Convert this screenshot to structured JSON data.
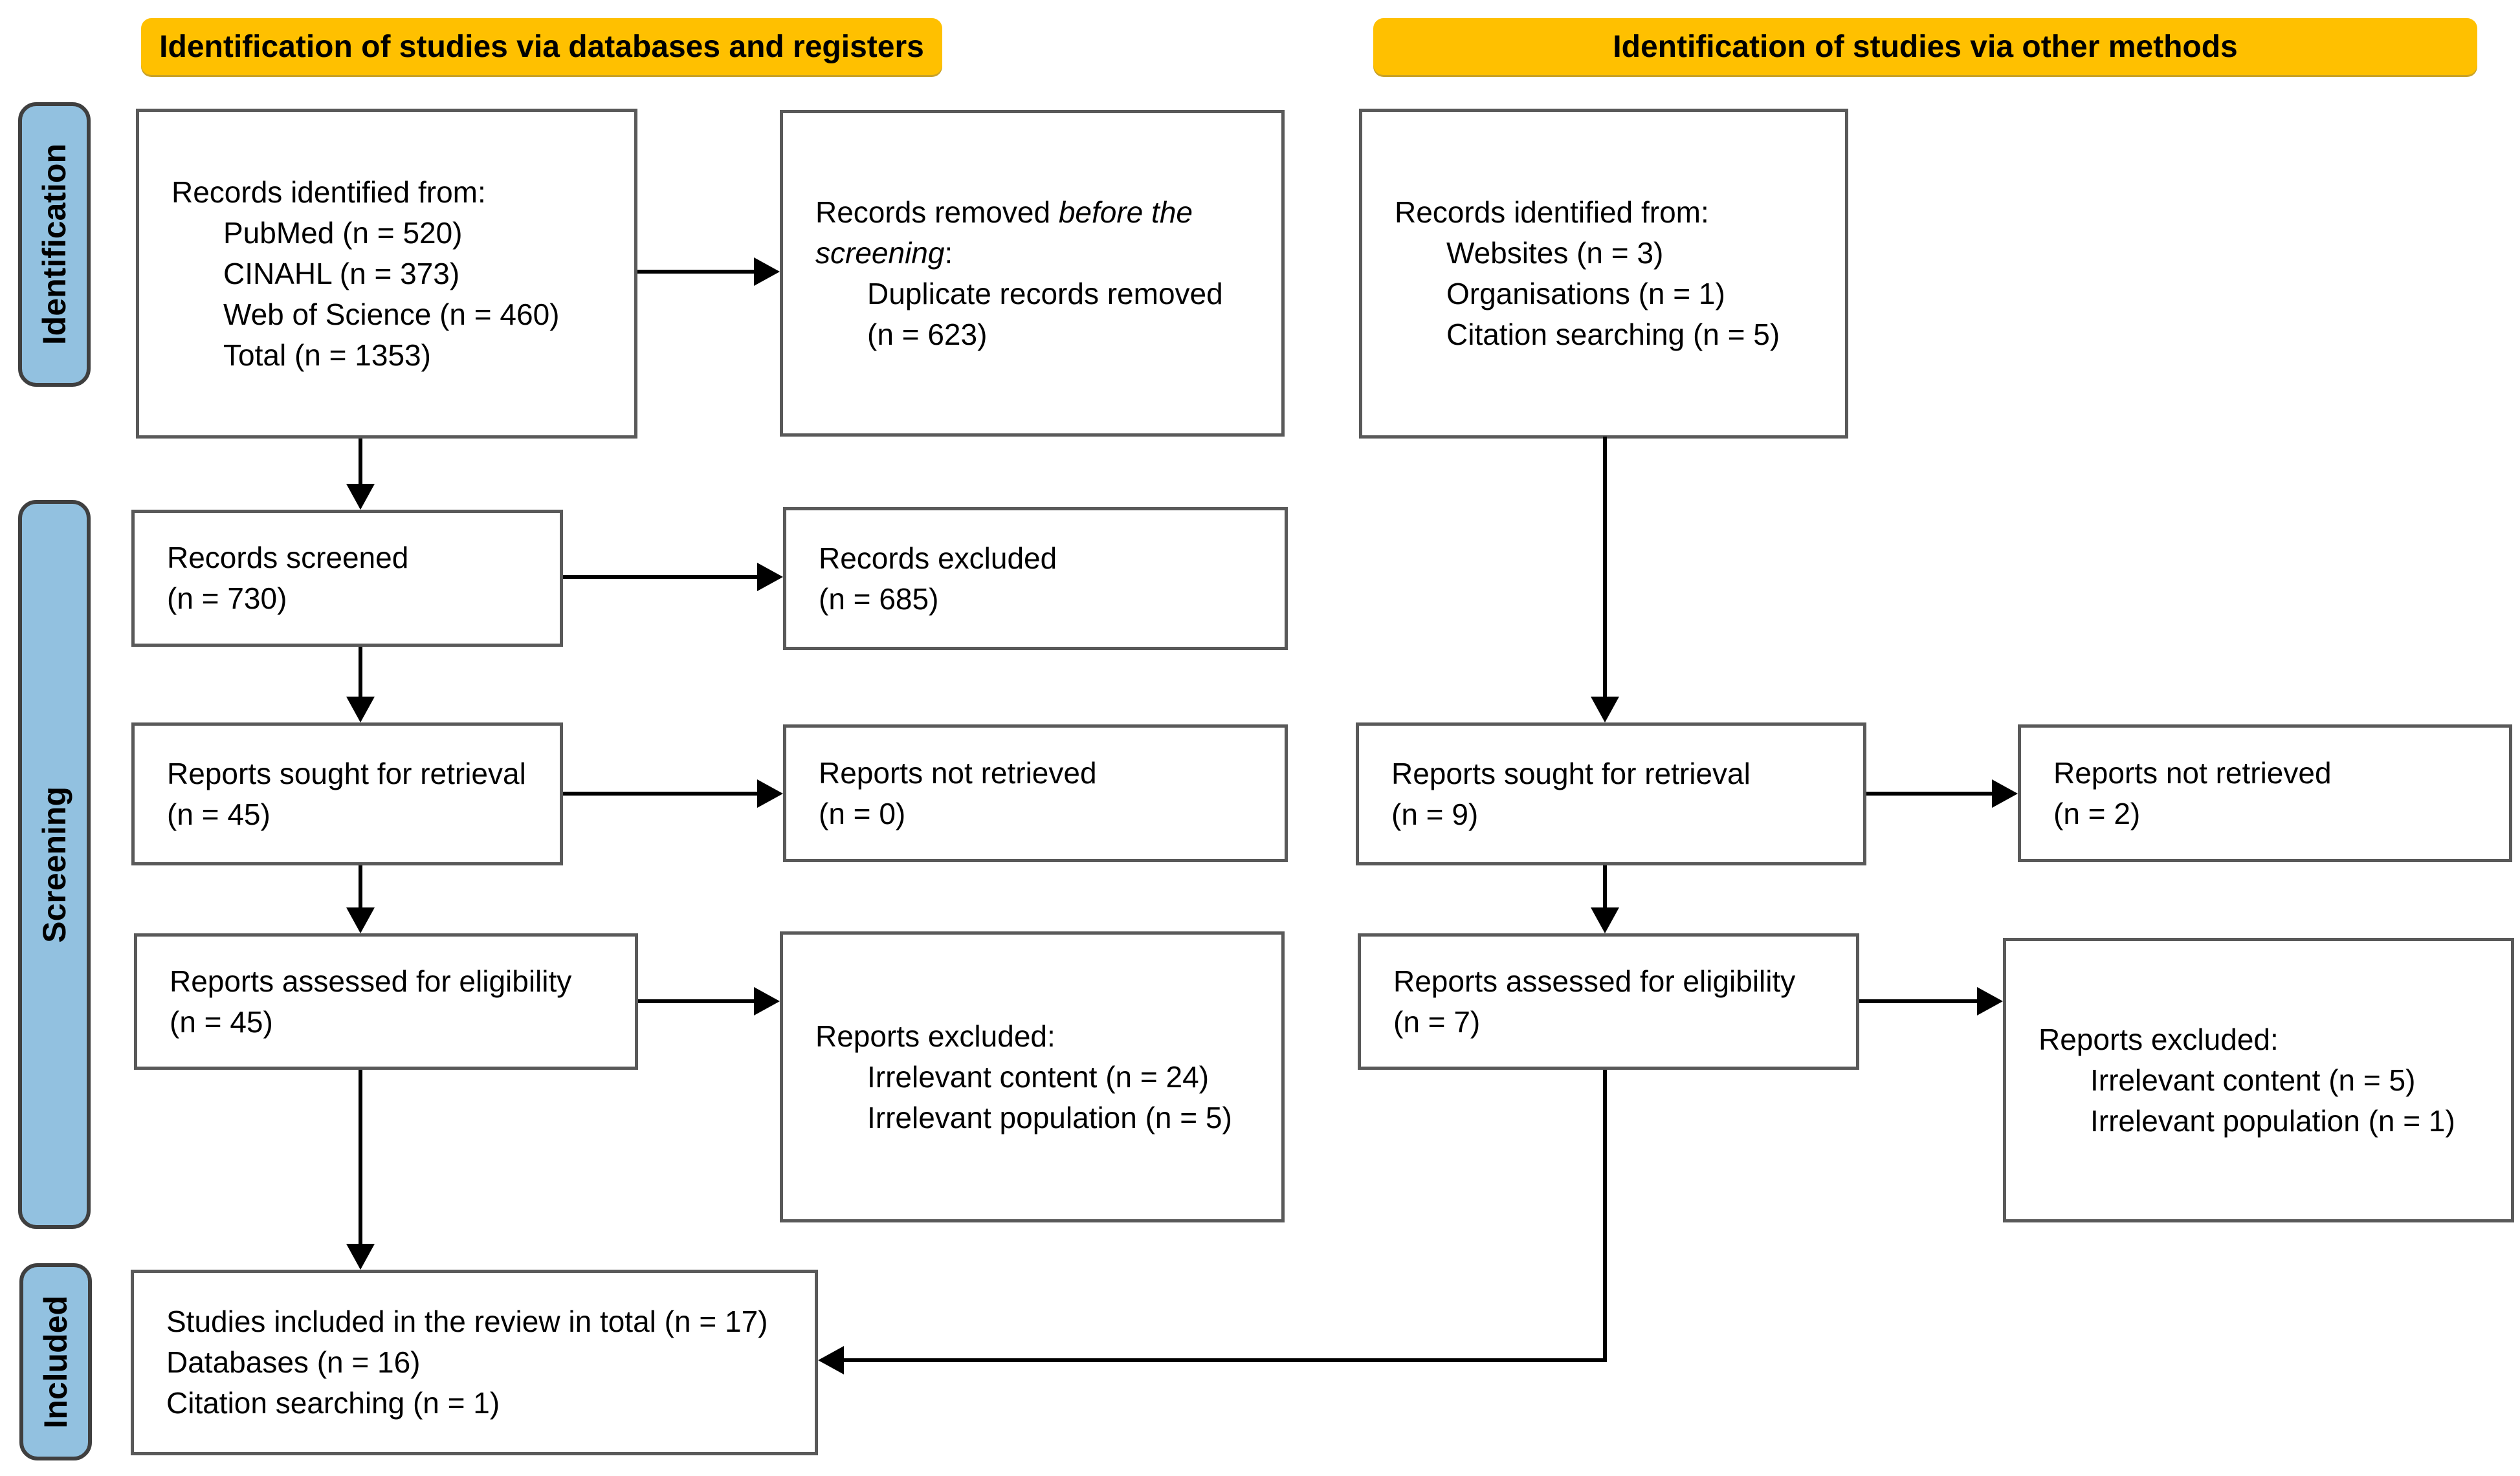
{
  "diagram": {
    "type": "PRISMA 2020 flow diagram",
    "banners": {
      "databases": "Identification of studies via databases and registers",
      "other": "Identification of studies via other methods"
    },
    "stages": {
      "identification": "Identification",
      "screening": "Screening",
      "included": "Included"
    },
    "colors": {
      "banner_bg": "#FFC000",
      "stage_bg": "#92C1E0",
      "box_border": "#595959",
      "arrow": "#000000"
    },
    "boxes": {
      "db_identified": {
        "l1": "Records identified from:",
        "l2": "PubMed (n = 520)",
        "l3": "CINAHL (n = 373)",
        "l4": "Web of Science (n = 460)",
        "l5": "Total (n = 1353)"
      },
      "db_removed": {
        "r1a": "Records removed ",
        "r1b": "before the screening",
        "r1c": ":",
        "l2": "Duplicate records removed (n = 623)"
      },
      "other_identified": {
        "l1": "Records identified from:",
        "l2": "Websites (n = 3)",
        "l3": "Organisations (n = 1)",
        "l4": "Citation searching (n = 5)"
      },
      "db_screened": {
        "l1": "Records screened",
        "l2": "(n = 730)"
      },
      "db_excluded": {
        "l1": "Records excluded",
        "l2": "(n = 685)"
      },
      "db_sought": {
        "l1": "Reports sought for retrieval",
        "l2": "(n = 45)"
      },
      "db_not_retrieved": {
        "l1": "Reports not retrieved",
        "l2": "(n = 0)"
      },
      "other_sought": {
        "l1": "Reports sought for retrieval",
        "l2": "(n = 9)"
      },
      "other_not_retrieved": {
        "l1": "Reports not retrieved",
        "l2": "(n = 2)"
      },
      "db_assessed": {
        "l1": "Reports assessed for eligibility",
        "l2": "(n = 45)"
      },
      "db_reports_excluded": {
        "l1": "Reports excluded:",
        "l2": "Irrelevant content (n = 24)",
        "l3": "Irrelevant population (n = 5)"
      },
      "other_assessed": {
        "l1": "Reports assessed for eligibility",
        "l2": "(n = 7)"
      },
      "other_reports_excluded": {
        "l1": "Reports excluded:",
        "l2": "Irrelevant content (n = 5)",
        "l3": "Irrelevant population (n = 1)"
      },
      "included_total": {
        "l1": "Studies included in the review in total (n = 17)",
        "l2": "Databases (n = 16)",
        "l3": "Citation searching (n = 1)"
      }
    }
  }
}
